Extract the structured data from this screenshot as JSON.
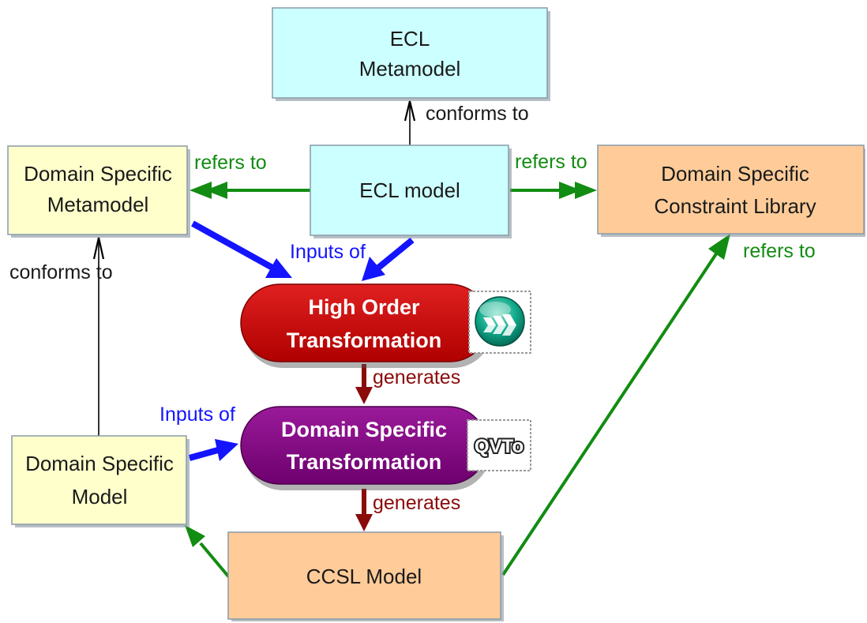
{
  "colors": {
    "cyan_fill": "#ccffff",
    "yellow_fill": "#ffffcc",
    "orange_fill": "#ffcc99",
    "box_border": "#8a9aa8",
    "refers_green": "#128c12",
    "inputs_blue": "#1414ff",
    "generates_maroon": "#8b0a0a",
    "conforms_black": "#000000",
    "hot_red": "#cc0000",
    "dst_purple": "#800080"
  },
  "nodes": {
    "ecl_metamodel": {
      "lines": [
        "ECL",
        "Metamodel"
      ]
    },
    "ecl_model": {
      "lines": [
        "ECL model"
      ]
    },
    "ds_metamodel": {
      "lines": [
        "Domain Specific",
        "Metamodel"
      ]
    },
    "ds_constraint_library": {
      "lines": [
        "Domain Specific",
        "Constraint Library"
      ]
    },
    "hot": {
      "lines": [
        "High Order",
        "Transformation"
      ],
      "icon": "atl-logo-icon"
    },
    "dst": {
      "lines": [
        "Domain Specific",
        "Transformation"
      ],
      "icon_text": "QVTo"
    },
    "ds_model": {
      "lines": [
        "Domain Specific",
        "Model"
      ]
    },
    "ccsl_model": {
      "lines": [
        "CCSL Model"
      ]
    }
  },
  "edges": {
    "conforms_ecl": "conforms to",
    "conforms_dsm": "conforms to",
    "refers_dsmm": "refers to",
    "refers_lib": "refers to",
    "refers_ccsl": "refers to",
    "inputs_hot": "Inputs of",
    "inputs_dst": "Inputs of",
    "generates_dst": "generates",
    "generates_ccsl": "generates"
  }
}
